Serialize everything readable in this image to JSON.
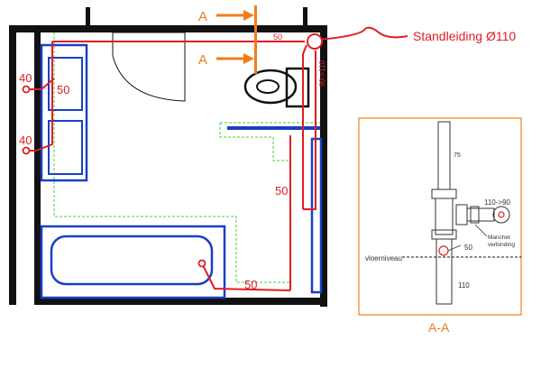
{
  "plan": {
    "riser_label": "Standleiding Ø110",
    "section_marker": "A",
    "pipe_labels": {
      "top": "50",
      "toilet_vertical": "90->110",
      "basin_upper_drain": "40",
      "basin_upper_pipe": "50",
      "basin_lower_drain": "40",
      "shower": "50",
      "bath": "50"
    }
  },
  "section": {
    "title": "A-A",
    "label_top": "75",
    "label_branch": "110->90",
    "label_sleeve": "Manchet verbinding",
    "label_small_drain": "50",
    "label_floor": "vloerniveau",
    "label_bottom": "110"
  },
  "colors": {
    "drain_red": "#e11d24",
    "section_orange": "#f07d1a",
    "fixture_blue": "#1a3fc4",
    "floor_green": "#44cc44",
    "wall_black": "#111111"
  }
}
